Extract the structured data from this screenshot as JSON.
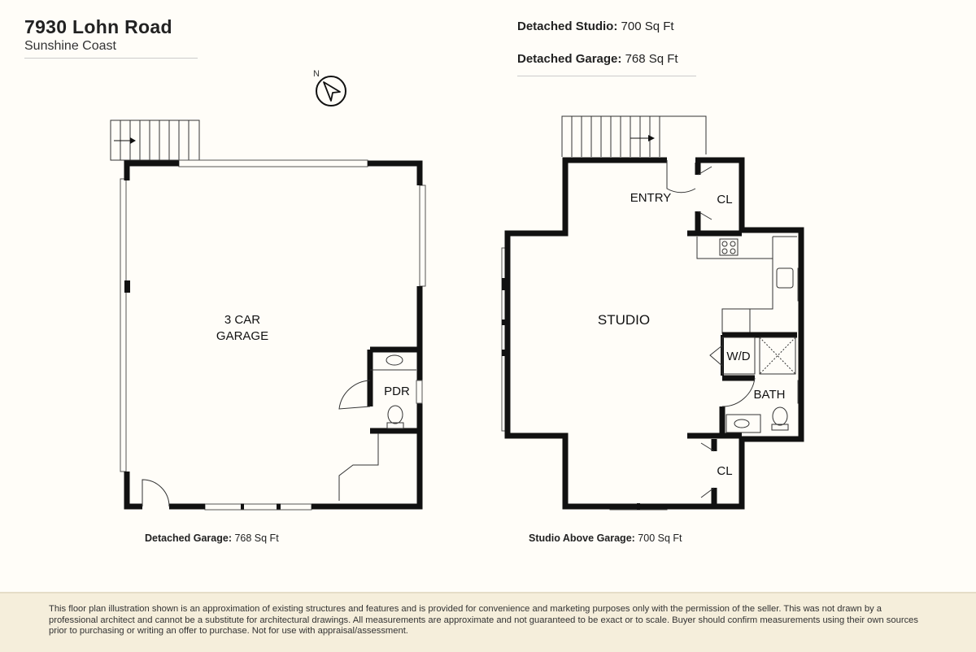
{
  "header": {
    "title": "7930 Lohn Road",
    "subtitle": "Sunshine Coast"
  },
  "areas": [
    {
      "label": "Detached Studio:",
      "value": "700 Sq Ft"
    },
    {
      "label": "Detached Garage:",
      "value": "768 Sq Ft"
    }
  ],
  "compass": {
    "label": "N"
  },
  "garage_plan": {
    "rooms": {
      "garage_line1": "3 CAR",
      "garage_line2": "GARAGE",
      "pdr": "PDR"
    },
    "caption_label": "Detached Garage:",
    "caption_value": "768 Sq Ft"
  },
  "studio_plan": {
    "rooms": {
      "entry": "ENTRY",
      "cl_top": "CL",
      "studio": "STUDIO",
      "wd": "W/D",
      "bath": "BATH",
      "cl_bottom": "CL"
    },
    "caption_label": "Studio Above Garage:",
    "caption_value": "700 Sq Ft"
  },
  "disclaimer": "This floor plan illustration shown is an approximation of existing structures and features and is provided for convenience and marketing purposes only with the permission of the seller. This was not drawn by a professional architect and cannot be a substitute for architectural drawings. All measurements are approximate and not guaranteed to be exact or to scale. Buyer should confirm measurements using their own sources prior to purchasing or writing an offer to purchase. Not for use with appraisal/assessment."
}
